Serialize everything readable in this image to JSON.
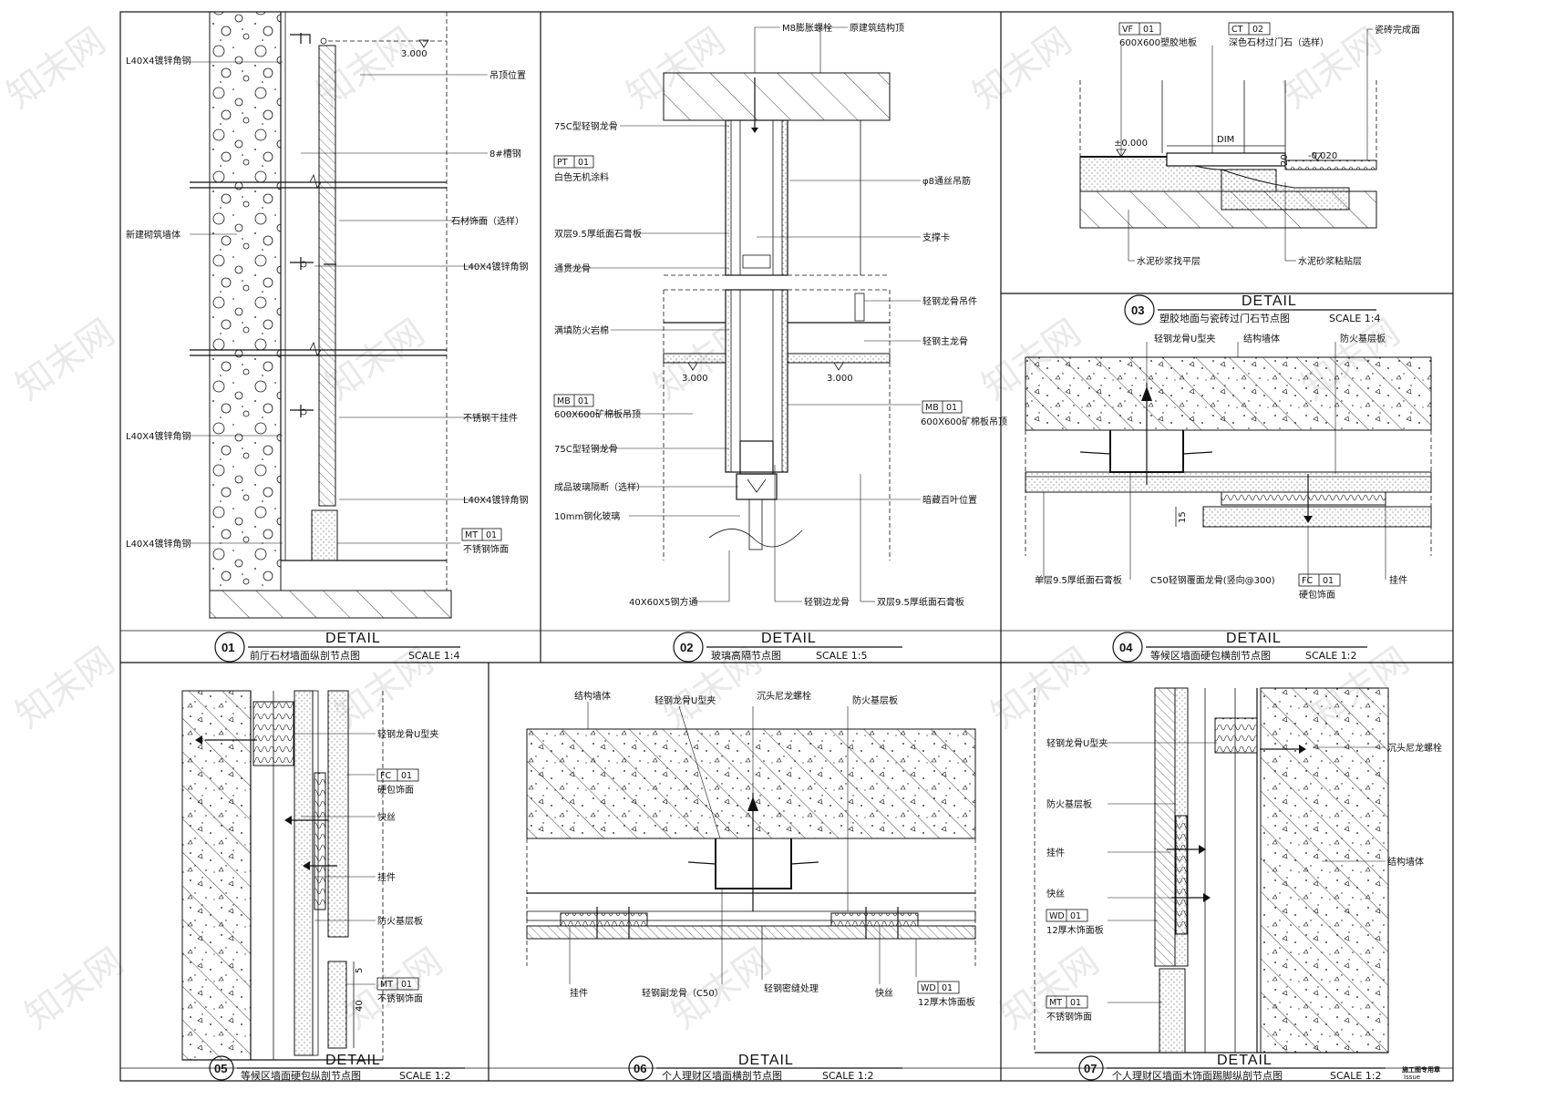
{
  "watermark": "知末网",
  "stamp": {
    "line1": "施工图专用章",
    "line2": "Issue"
  },
  "details": [
    {
      "id": "01",
      "heading": "DETAIL",
      "title": "前厅石材墙面纵剖节点图",
      "scale": "SCALE 1:4",
      "labels": {
        "a": "L40X4镀锌角钢",
        "b": "吊顶位置",
        "c": "8#槽钢",
        "d": "石材饰面（选样）",
        "e": "新建砌筑墙体",
        "f": "L40X4镀锌角钢",
        "g": "不锈钢干挂件",
        "h": "L40X4镀锌角钢",
        "i": "L40X4镀锌角钢",
        "j": "L40X4镀锌角钢",
        "k": "不锈钢饰面",
        "level": "3.000",
        "tag": {
          "code": "MT",
          "no": "01"
        }
      }
    },
    {
      "id": "02",
      "heading": "DETAIL",
      "title": "玻璃高隔节点图",
      "scale": "SCALE 1:5",
      "labels": {
        "a": "M8膨胀螺栓",
        "b": "原建筑结构顶",
        "c": "75C型轻钢龙骨",
        "d": "白色无机涂料",
        "e": "φ8通丝吊筋",
        "f": "双层9.5厚纸面石膏板",
        "g": "支撑卡",
        "h": "通贯龙骨",
        "i": "轻钢龙骨吊件",
        "j": "满填防火岩棉",
        "k": "轻钢主龙骨",
        "l": "600X600矿棉板吊顶",
        "m": "600X600矿棉板吊顶",
        "n": "75C型轻钢龙骨",
        "o": "成品玻璃隔断（选样）",
        "p": "暗藏百叶位置",
        "q": "10mm钢化玻璃",
        "r": "40X60X5钢方通",
        "s": "轻钢边龙骨",
        "t": "双层9.5厚纸面石膏板",
        "level1": "3.000",
        "level2": "3.000",
        "tag1": {
          "code": "PT",
          "no": "01"
        },
        "tag2": {
          "code": "MB",
          "no": "01"
        },
        "tag3": {
          "code": "MB",
          "no": "01"
        }
      }
    },
    {
      "id": "03",
      "heading": "DETAIL",
      "title": "塑胶地面与瓷砖过门石节点图",
      "scale": "SCALE 1:4",
      "labels": {
        "a": "600X600塑胶地板",
        "b": "深色石材过门石（选样）",
        "c": "瓷砖完成面",
        "d": "水泥砂浆找平层",
        "e": "水泥砂浆粘贴层",
        "lv1": "±0.000",
        "lv2": "-0.020",
        "dim": "DIM",
        "dim2": "20",
        "tag1": {
          "code": "VF",
          "no": "01"
        },
        "tag2": {
          "code": "CT",
          "no": "02"
        }
      }
    },
    {
      "id": "04",
      "heading": "DETAIL",
      "title": "等候区墙面硬包横剖节点图",
      "scale": "SCALE 1:2",
      "labels": {
        "a": "轻钢龙骨U型夹",
        "b": "结构墙体",
        "c": "防火基层板",
        "d": "单层9.5厚纸面石膏板",
        "e": "C50轻钢覆面龙骨(竖向@300)",
        "f": "挂件",
        "g": "硬包饰面",
        "dim": "15",
        "tag": {
          "code": "FC",
          "no": "01"
        }
      }
    },
    {
      "id": "05",
      "heading": "DETAIL",
      "title": "等候区墙面硬包纵剖节点图",
      "scale": "SCALE 1:2",
      "labels": {
        "a": "轻钢龙骨U型夹",
        "b": "硬包饰面",
        "c": "快丝",
        "d": "挂件",
        "e": "防火基层板",
        "f": "不锈钢饰面",
        "dim1": "5",
        "dim2": "40",
        "tag1": {
          "code": "FC",
          "no": "01"
        },
        "tag2": {
          "code": "MT",
          "no": "01"
        }
      }
    },
    {
      "id": "06",
      "heading": "DETAIL",
      "title": "个人理财区墙面横剖节点图",
      "scale": "SCALE 1:2",
      "labels": {
        "a": "结构墙体",
        "b": "轻钢龙骨U型夹",
        "c": "沉头尼龙螺栓",
        "d": "防火基层板",
        "e": "挂件",
        "f": "轻钢副龙骨（C50）",
        "g": "轻钢密缝处理",
        "h": "快丝",
        "i": "12厚木饰面板",
        "tag": {
          "code": "WD",
          "no": "01"
        }
      }
    },
    {
      "id": "07",
      "heading": "DETAIL",
      "title": "个人理财区墙面木饰面踢脚纵剖节点图",
      "scale": "SCALE 1:2",
      "labels": {
        "a": "轻钢龙骨U型夹",
        "b": "沉头尼龙螺栓",
        "c": "防火基层板",
        "d": "结构墙体",
        "e": "挂件",
        "f": "快丝",
        "g": "12厚木饰面板",
        "h": "不锈钢饰面",
        "tag1": {
          "code": "WD",
          "no": "01"
        },
        "tag2": {
          "code": "MT",
          "no": "01"
        }
      }
    }
  ]
}
